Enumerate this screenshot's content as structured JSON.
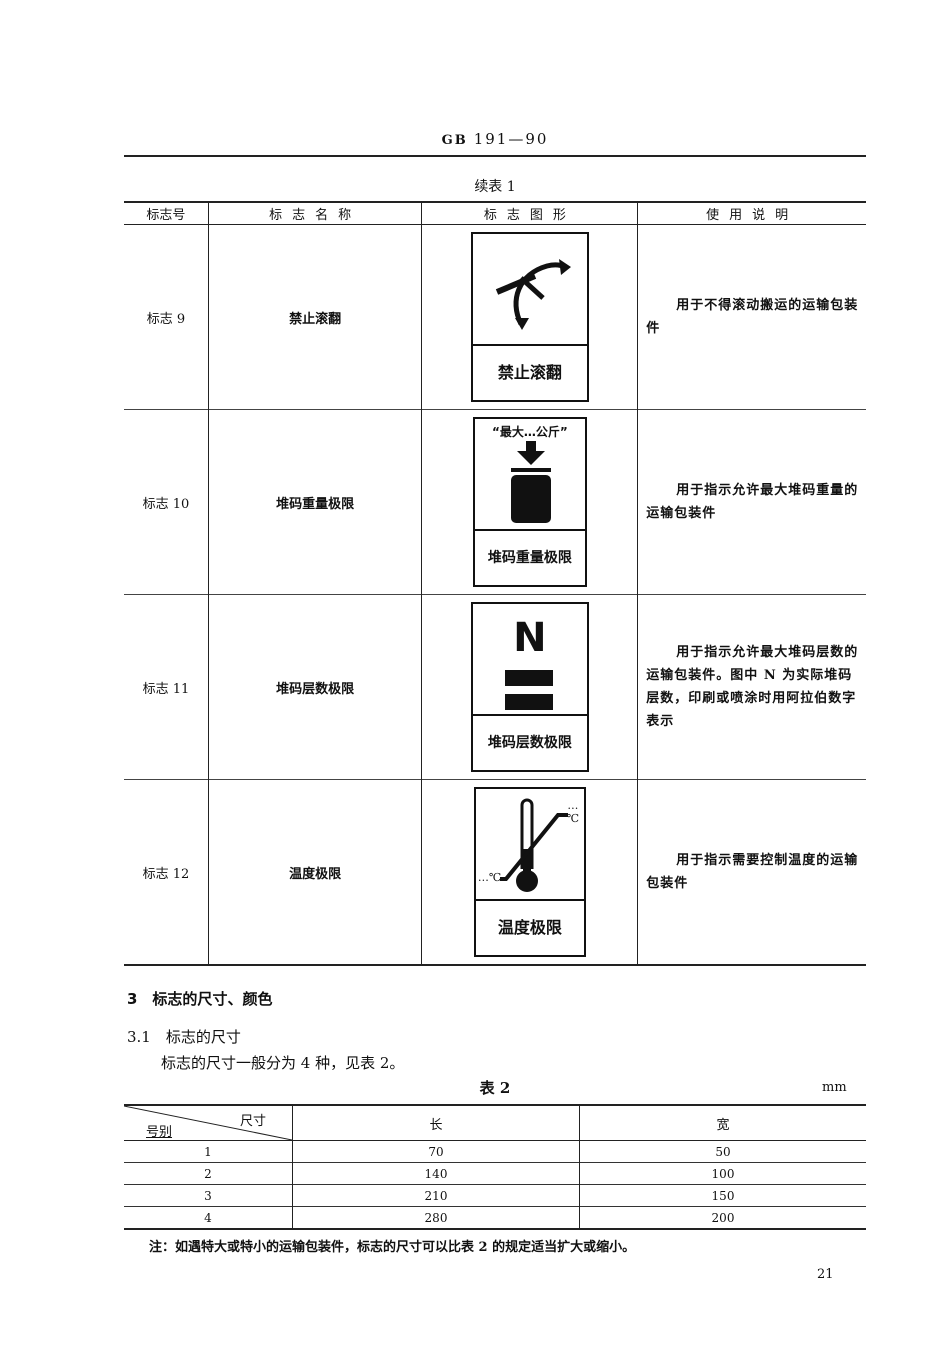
{
  "header": {
    "std_prefix": "GB",
    "std_number": "191—90"
  },
  "table1": {
    "caption": "续表 1",
    "columns": [
      "标志号",
      "标志名称",
      "标志图形",
      "使用说明"
    ],
    "rows": [
      {
        "number": "标志 9",
        "name": "禁止滚翻",
        "sign_icon": "no-rolling-icon",
        "sign_label": "禁止滚翻",
        "description": "用于不得滚动搬运的运输包装件"
      },
      {
        "number": "标志 10",
        "name": "堆码重量极限",
        "sign_icon": "stacking-weight-limit-icon",
        "sign_top_text": "“最大…公斤”",
        "sign_label": "堆码重量极限",
        "description": "用于指示允许最大堆码重量的运输包装件"
      },
      {
        "number": "标志 11",
        "name": "堆码层数极限",
        "sign_icon": "stacking-layers-limit-icon",
        "sign_symbol": "N",
        "sign_label": "堆码层数极限",
        "description": "用于指示允许最大堆码层数的运输包装件。图中 N 为实际堆码层数，印刷或喷涂时用阿拉伯数字表示"
      },
      {
        "number": "标志 12",
        "name": "温度极限",
        "sign_icon": "temperature-limit-icon",
        "sign_temp_high": "…℃",
        "sign_temp_low": "…℃",
        "sign_label": "温度极限",
        "description": "用于指示需要控制温度的运输包装件"
      }
    ]
  },
  "section3": {
    "heading": "3　标志的尺寸、颜色"
  },
  "section3_1": {
    "heading": "3.1　标志的尺寸",
    "body": "标志的尺寸一般分为 4 种，见表 2。"
  },
  "table2": {
    "caption": "表 2",
    "unit": "mm",
    "corner_top": "尺寸",
    "corner_bottom": "号别",
    "columns": [
      "长",
      "宽"
    ],
    "rows": [
      {
        "no": "1",
        "length": "70",
        "width": "50"
      },
      {
        "no": "2",
        "length": "140",
        "width": "100"
      },
      {
        "no": "3",
        "length": "210",
        "width": "150"
      },
      {
        "no": "4",
        "length": "280",
        "width": "200"
      }
    ],
    "note": "注：如遇特大或特小的运输包装件，标志的尺寸可以比表 2 的规定适当扩大或缩小。"
  },
  "page_number": "21"
}
